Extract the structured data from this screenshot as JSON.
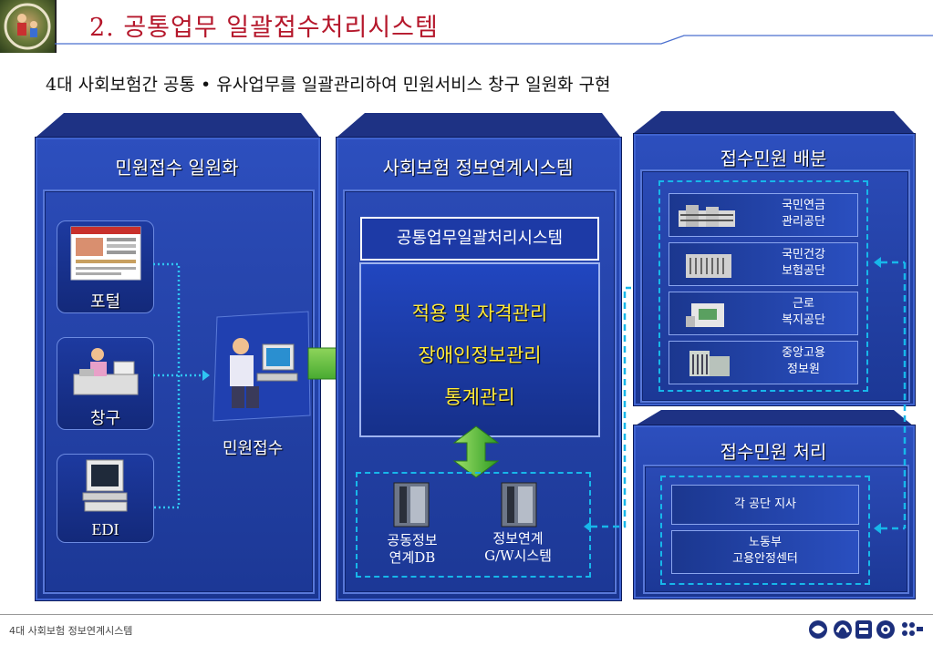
{
  "title": "2. 공통업무 일괄접수처리시스템",
  "subtitle": "4대 사회보험간 공통 • 유사업무를 일괄관리하여 민원서비스 창구 일원화 구현",
  "footer": "4대 사회보험 정보연계시스템",
  "left_panel": {
    "title": "민원접수 일원화",
    "channels": [
      "포털",
      "창구",
      "EDI"
    ],
    "reception_label": "민원접수"
  },
  "center_panel": {
    "title": "사회보험 정보연계시스템",
    "system_name": "공통업무일괄처리시스템",
    "functions": [
      "적용 및 자격관리",
      "장애인정보관리",
      "통계관리"
    ],
    "db_label": "공동정보\n연계DB",
    "gw_label": "정보연계\nG/W시스템"
  },
  "right_top_panel": {
    "title": "접수민원 배분",
    "agencies": [
      "국민연금\n관리공단",
      "국민건강\n보험공단",
      "근로\n복지공단",
      "중앙고용\n정보원"
    ]
  },
  "right_bottom_panel": {
    "title": "접수민원 처리",
    "offices": [
      "각 공단 지사",
      "노동부\n고용안정센터"
    ]
  },
  "colors": {
    "title": "#b5172b",
    "panel": "#2140a6",
    "dash": "#17b7ea",
    "arrow": "#4fc234",
    "highlight": "#ffea3a"
  }
}
